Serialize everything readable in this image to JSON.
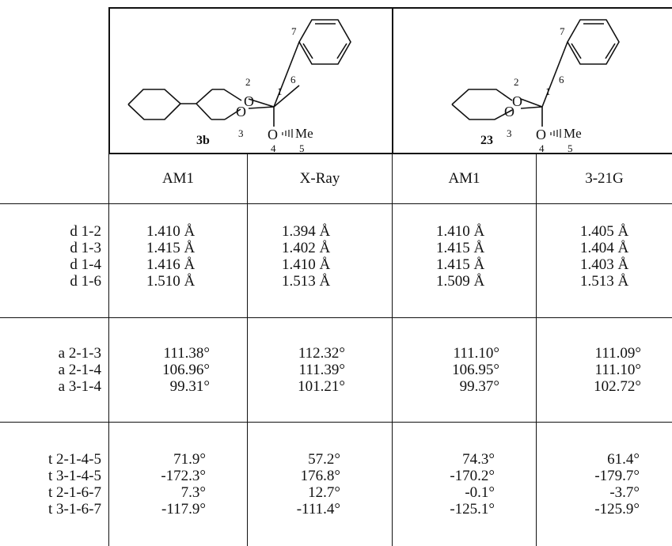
{
  "structures": {
    "left": {
      "compound": "3b",
      "atom_labels": {
        "n1": "1",
        "n2": "2",
        "n3": "3",
        "n4": "4",
        "n5": "5",
        "n6": "6",
        "n7": "7"
      },
      "o_label": "O",
      "me_label": "Me"
    },
    "right": {
      "compound": "23",
      "atom_labels": {
        "n1": "1",
        "n2": "2",
        "n3": "3",
        "n4": "4",
        "n5": "5",
        "n6": "6",
        "n7": "7"
      },
      "o_label": "O",
      "me_label": "Me"
    }
  },
  "columns": [
    "AM1",
    "X-Ray",
    "AM1",
    "3-21G"
  ],
  "groups": [
    {
      "labels": [
        "d 1-2",
        "d 1-3",
        "d 1-4",
        "d 1-6"
      ],
      "values": [
        [
          "1.410 Å",
          "1.415 Å",
          "1.416 Å",
          "1.510 Å"
        ],
        [
          "1.394 Å",
          "1.402 Å",
          "1.410 Å",
          "1.513 Å"
        ],
        [
          "1.410 Å",
          "1.415 Å",
          "1.415 Å",
          "1.509 Å"
        ],
        [
          "1.405 Å",
          "1.404 Å",
          "1.403 Å",
          "1.513 Å"
        ]
      ]
    },
    {
      "labels": [
        "a 2-1-3",
        "a 2-1-4",
        "a 3-1-4"
      ],
      "values": [
        [
          "111.38°",
          "106.96°",
          "99.31°"
        ],
        [
          "112.32°",
          "111.39°",
          "101.21°"
        ],
        [
          "111.10°",
          "106.95°",
          "99.37°"
        ],
        [
          "111.09°",
          "111.10°",
          "102.72°"
        ]
      ]
    },
    {
      "labels": [
        "t 2-1-4-5",
        "t 3-1-4-5",
        "t 2-1-6-7",
        "t 3-1-6-7"
      ],
      "values": [
        [
          "71.9°",
          "-172.3°",
          "7.3°",
          "-117.9°"
        ],
        [
          "57.2°",
          "176.8°",
          "12.7°",
          "-111.4°"
        ],
        [
          "74.3°",
          "-170.2°",
          "-0.1°",
          "-125.1°"
        ],
        [
          "61.4°",
          "-179.7°",
          "-3.7°",
          "-125.9°"
        ]
      ]
    }
  ]
}
